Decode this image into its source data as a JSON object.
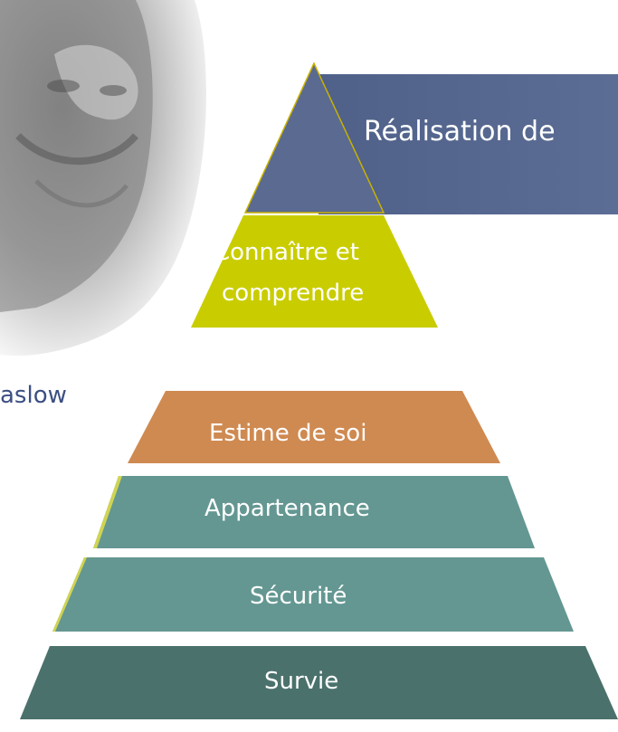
{
  "diagram": {
    "portrait_caption": "aslow",
    "levels": {
      "self_actualization": "Réalisation de",
      "knowledge_line1": "Connaître et",
      "knowledge_line2": "comprendre",
      "esteem": "Estime de soi",
      "belonging": "Appartenance",
      "safety": "Sécurité",
      "survival": "Survie"
    },
    "colors": {
      "self_actualization": "#55668f",
      "knowledge": "#c9cd00",
      "esteem": "#cf8a51",
      "belonging": "#649792",
      "safety": "#649792",
      "survival": "#4b716c",
      "caption": "#3c4f82"
    }
  }
}
